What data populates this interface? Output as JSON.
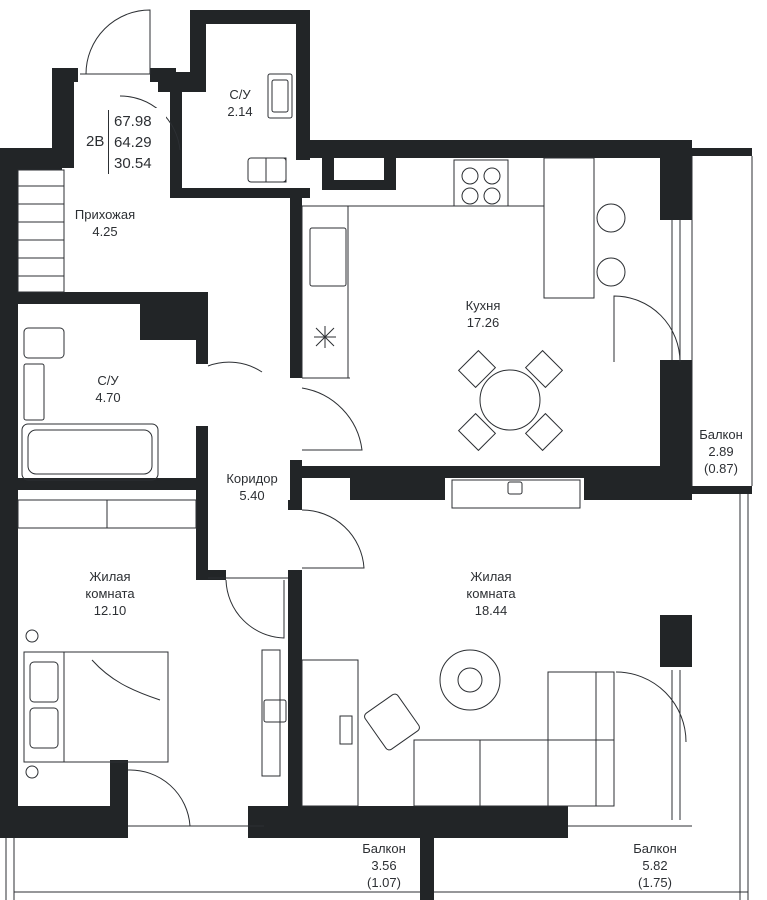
{
  "unit": {
    "type": "2В",
    "areas": [
      "67.98",
      "64.29",
      "30.54"
    ]
  },
  "rooms": {
    "bath_small": {
      "name": "С/У",
      "area": "2.14"
    },
    "hallway": {
      "name": "Прихожая",
      "area": "4.25"
    },
    "bath_large": {
      "name": "С/У",
      "area": "4.70"
    },
    "kitchen": {
      "name": "Кухня",
      "area": "17.26"
    },
    "corridor": {
      "name": "Коридор",
      "area": "5.40"
    },
    "living_left": {
      "name_1": "Жилая",
      "name_2": "комната",
      "area": "12.10"
    },
    "living_right": {
      "name_1": "Жилая",
      "name_2": "комната",
      "area": "18.44"
    },
    "balcony_right": {
      "name": "Балкон",
      "area": "2.89",
      "reduced": "(0.87)"
    },
    "balcony_bottom_left": {
      "name": "Балкон",
      "area": "3.56",
      "reduced": "(1.07)"
    },
    "balcony_bottom_right": {
      "name": "Балкон",
      "area": "5.82",
      "reduced": "(1.75)"
    }
  },
  "colors": {
    "wall": "#222527",
    "line": "#2c2f33",
    "background": "#ffffff"
  }
}
